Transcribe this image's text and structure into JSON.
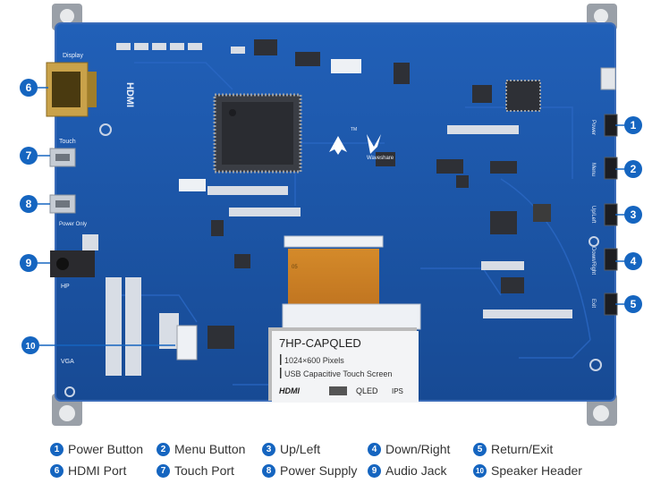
{
  "board": {
    "silkscreen": {
      "display": "Display",
      "touch": "Touch",
      "power_only": "Power Only",
      "hp": "HP",
      "vga": "VGA",
      "hdmi_vertical": "HDMI",
      "power": "Power",
      "menu": "Menu",
      "up_left": "Up/Left",
      "down_right": "Down/Right",
      "exit": "Exit",
      "brand": "Waveshare",
      "tm": "TM",
      "fpc_code": "05"
    },
    "label_sticker": {
      "model": "7HP-CAPQLED",
      "resolution": "1024×600 Pixels",
      "touch": "USB Capacitive Touch Screen",
      "logo_hdmi": "HDMI",
      "logo_qled": "QLED",
      "logo_ips": "IPS"
    },
    "colors": {
      "pcb_blue": "#1a4f9c",
      "pcb_edge": "#3a6bb8",
      "callout": "#1565c0"
    }
  },
  "callouts": {
    "c1": "1",
    "c2": "2",
    "c3": "3",
    "c4": "4",
    "c5": "5",
    "c6": "6",
    "c7": "7",
    "c8": "8",
    "c9": "9",
    "c10": "10"
  },
  "legend": {
    "items": [
      {
        "num": "1",
        "text": "Power Button"
      },
      {
        "num": "2",
        "text": "Menu Button"
      },
      {
        "num": "3",
        "text": "Up/Left"
      },
      {
        "num": "4",
        "text": "Down/Right"
      },
      {
        "num": "5",
        "text": "Return/Exit"
      },
      {
        "num": "6",
        "text": "HDMI Port"
      },
      {
        "num": "7",
        "text": "Touch Port"
      },
      {
        "num": "8",
        "text": "Power Supply"
      },
      {
        "num": "9",
        "text": "Audio Jack"
      },
      {
        "num": "10",
        "text": "Speaker Header"
      }
    ]
  }
}
